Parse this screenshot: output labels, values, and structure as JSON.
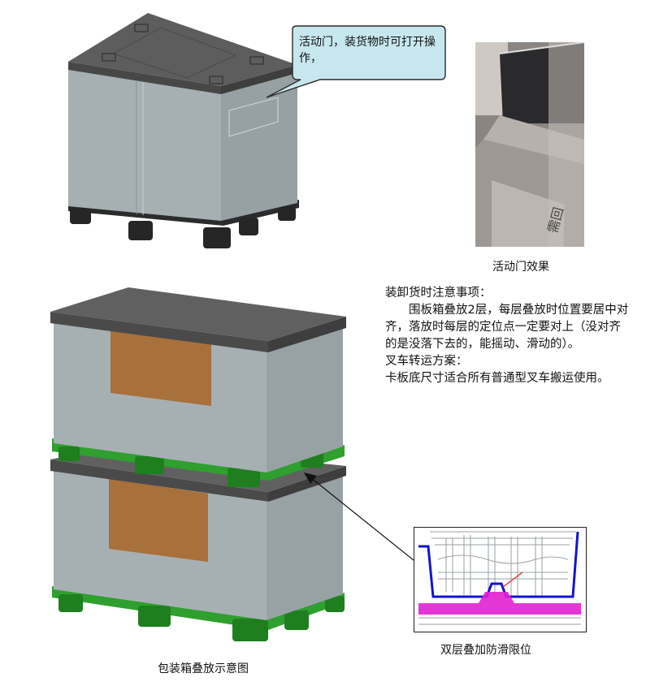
{
  "callout": {
    "text": "活动门，装货物时可打开操作，"
  },
  "photo": {
    "caption": "活动门效果",
    "print_text": "需回"
  },
  "notes": {
    "loading_title": "装卸货时注意事项：",
    "loading_body": "围板箱叠放2层，每层叠放时位置要居中对齐，落放时每层的定位点一定要对上（没对齐的是没落下去的，能摇动、滑动的）。",
    "forklift_title": "叉车转运方案：",
    "forklift_body": "卡板底尺寸适合所有普通型叉车搬运使用。"
  },
  "figures": {
    "stack_caption": "包装箱叠放示意图",
    "detail_caption": "双层叠加防滑限位"
  },
  "colors": {
    "lid": "#5a5a5a",
    "wall": "#a4aeb1",
    "pallet_dark": "#2b2b2b",
    "pallet_green": "#2f9f2f",
    "label_brown": "#a8703a",
    "callout_fill": "#c7e7ee",
    "detail_blue": "#1414c8",
    "detail_magenta": "#e020d0"
  }
}
